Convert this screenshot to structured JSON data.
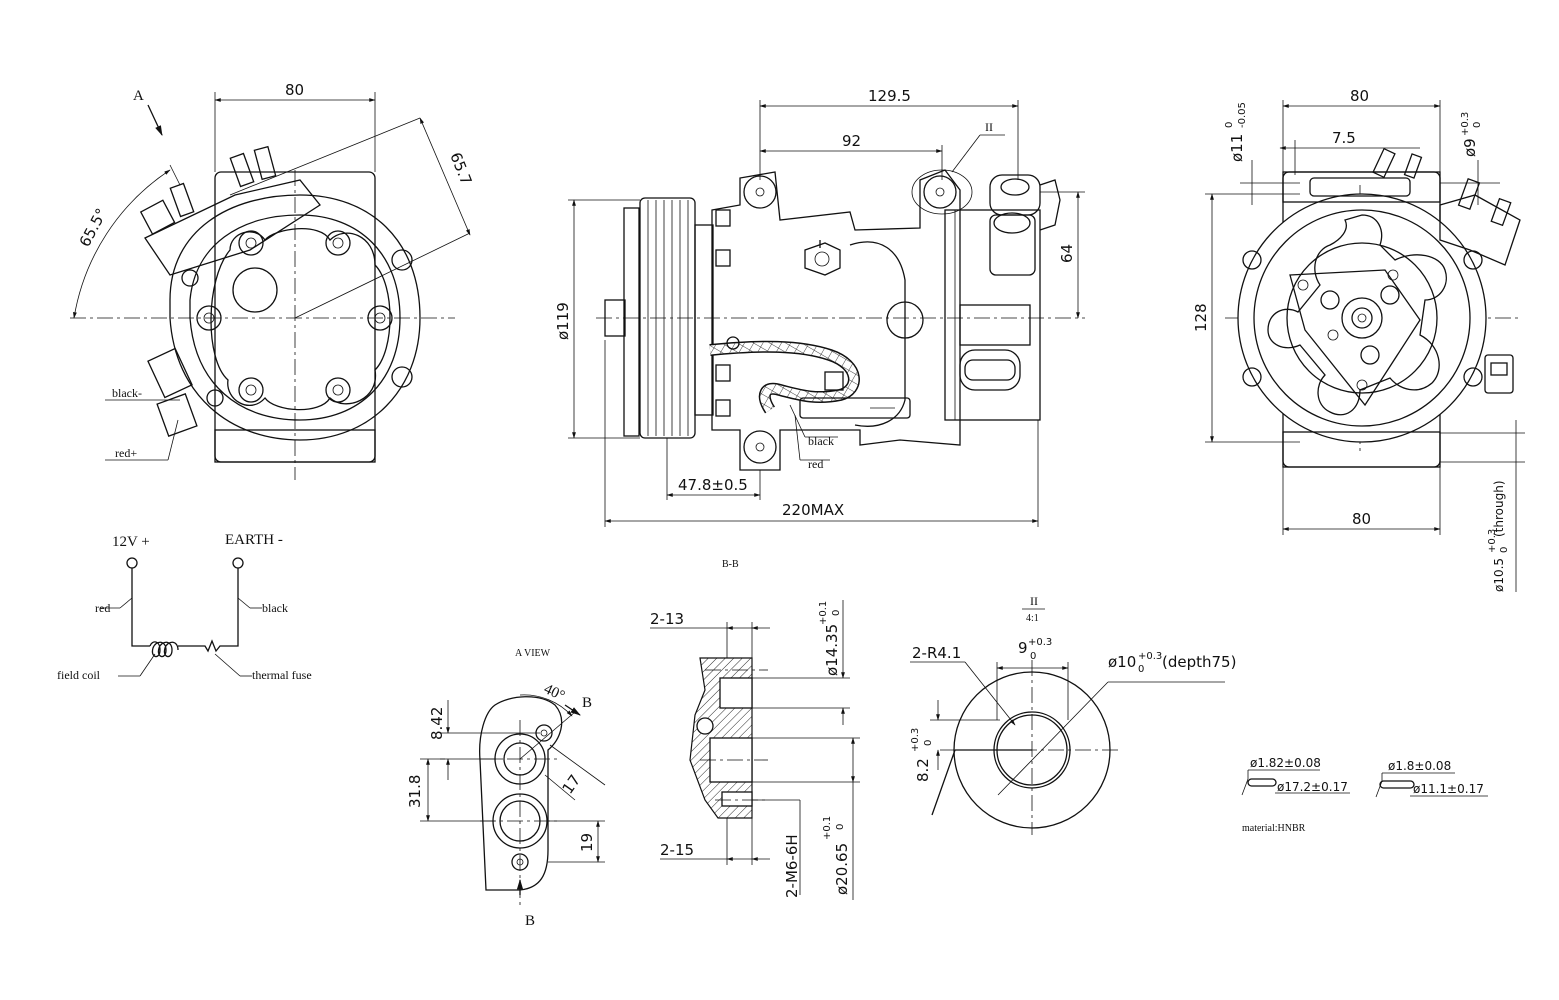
{
  "front_view": {
    "view_arrow_label": "A",
    "dim_width": "80",
    "dim_diagonal": "65.7",
    "dim_angle": "65.5°",
    "wire_black": "black-",
    "wire_red": "red+"
  },
  "side_view": {
    "dim_overall_top": "129.5",
    "dim_92": "92",
    "detail_marker": "II",
    "dim_height_64": "64",
    "dim_diameter_119": "ø119",
    "wire_black": "black",
    "wire_red": "red",
    "dim_pulley_offset": "47.8±0.5",
    "dim_overall_length": "220MAX"
  },
  "rear_view": {
    "dim_top_80": "80",
    "dim_7_5": "7.5",
    "dim_hole_11": "ø11",
    "dim_hole_11_upper_tol": "0",
    "dim_hole_11_lower_tol": "-0.05",
    "dim_hole_9": "ø9",
    "dim_hole_9_upper_tol": "+0.3",
    "dim_hole_9_lower_tol": "0",
    "dim_height_128": "128",
    "dim_bottom_80": "80",
    "dim_through_hole": "ø10.5",
    "dim_through_hole_upper_tol": "+0.3",
    "dim_through_hole_lower_tol": "0",
    "dim_through_hole_note": "(through)"
  },
  "section_label": "B-B",
  "wiring_diagram": {
    "positive_terminal": "12V +",
    "earth_terminal": "EARTH -",
    "red_wire": "red",
    "black_wire": "black",
    "field_coil": "field coil",
    "thermal_fuse": "thermal fuse"
  },
  "a_view": {
    "title": "A VIEW",
    "dim_angle": "40°",
    "section_mark_top": "B",
    "section_mark_bottom": "B",
    "dim_8_42": "8.42",
    "dim_31_8": "31.8",
    "dim_17": "17",
    "dim_19": "19"
  },
  "section_bb": {
    "dim_2_13": "2-13",
    "dim_2_15": "2-15",
    "dim_dia_14_35": "ø14.35",
    "dim_dia_14_35_upper_tol": "+0.1",
    "dim_dia_14_35_lower_tol": "0",
    "thread_spec": "2-M6-6H",
    "dim_dia_20_65": "ø20.65",
    "dim_dia_20_65_upper_tol": "+0.1",
    "dim_dia_20_65_lower_tol": "0"
  },
  "detail_ii": {
    "marker": "II",
    "scale": "4:1",
    "dim_radius": "2-R4.1",
    "dim_9": "9",
    "dim_9_upper_tol": "+0.3",
    "dim_9_lower_tol": "0",
    "dim_dia_10": "ø10",
    "dim_dia_10_upper_tol": "+0.3",
    "dim_dia_10_lower_tol": "0",
    "dim_dia_10_note": "(depth75)",
    "dim_8_2": "8.2",
    "dim_8_2_upper_tol": "+0.3",
    "dim_8_2_lower_tol": "0"
  },
  "o_rings": {
    "ring1_section": "ø1.82±0.08",
    "ring1_inner": "ø17.2±0.17",
    "ring2_section": "ø1.8±0.08",
    "ring2_inner": "ø11.1±0.17",
    "material": "material:HNBR"
  }
}
